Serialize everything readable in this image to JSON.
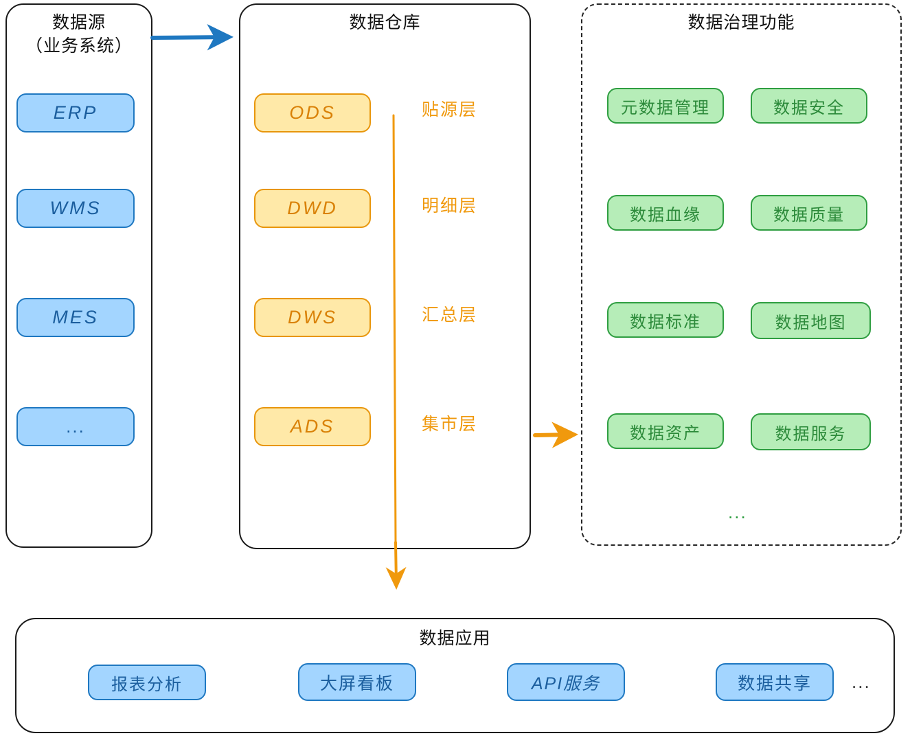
{
  "diagram": {
    "title_source": "数据源\n（业务系统）",
    "title_warehouse": "数据仓库",
    "title_governance": "数据治理功能",
    "title_application": "数据应用",
    "colors": {
      "blue_fill": "#a3d5ff",
      "blue_stroke": "#1f78c1",
      "blue_text": "#1b5e9e",
      "yellow_fill": "#ffe9a8",
      "yellow_stroke": "#e8960c",
      "yellow_text": "#d98107",
      "green_fill": "#b6edb8",
      "green_stroke": "#2f9e41",
      "green_text": "#2c8a3a",
      "box_stroke": "#1a1a1a",
      "arrow_blue": "#1f78c1",
      "arrow_orange": "#f0990d"
    }
  },
  "source_systems": {
    "items": [
      {
        "label": "ERP"
      },
      {
        "label": "WMS"
      },
      {
        "label": "MES"
      },
      {
        "label": "..."
      }
    ]
  },
  "warehouse_layers": {
    "items": [
      {
        "code": "ODS",
        "layer": "贴源层"
      },
      {
        "code": "DWD",
        "layer": "明细层"
      },
      {
        "code": "DWS",
        "layer": "汇总层"
      },
      {
        "code": "ADS",
        "layer": "集市层"
      }
    ]
  },
  "governance": {
    "items": [
      {
        "label": "元数据管理"
      },
      {
        "label": "数据安全"
      },
      {
        "label": "数据血缘"
      },
      {
        "label": "数据质量"
      },
      {
        "label": "数据标准"
      },
      {
        "label": "数据地图"
      },
      {
        "label": "数据资产"
      },
      {
        "label": "数据服务"
      }
    ],
    "more": "..."
  },
  "applications": {
    "items": [
      {
        "label": "报表分析"
      },
      {
        "label": "大屏看板"
      },
      {
        "label": "API服务"
      },
      {
        "label": "数据共享"
      }
    ],
    "more": "..."
  }
}
